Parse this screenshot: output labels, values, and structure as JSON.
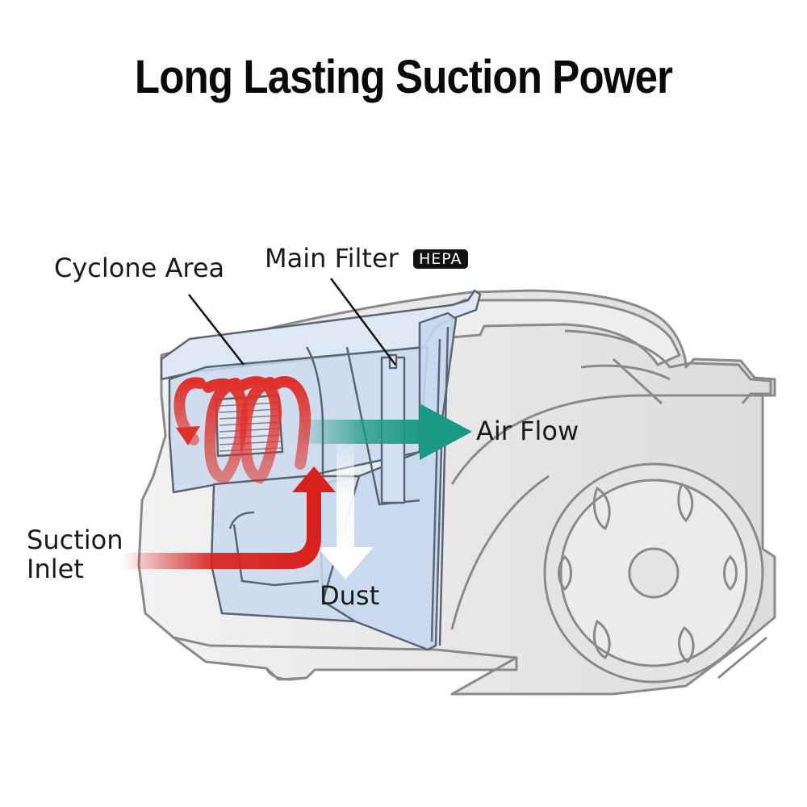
{
  "title": "Long Lasting Suction Power",
  "labels": {
    "cyclone_area": "Cyclone Area",
    "main_filter": "Main Filter",
    "hepa_badge": "HEPA",
    "air_flow": "Air Flow",
    "suction_line1": "Suction",
    "suction_line2": "Inlet",
    "dust": "Dust"
  },
  "colors": {
    "air_flow_arrow": "#1a9a82",
    "suction_arrow": "#d9201c",
    "cyclone_spiral": "#e0302a",
    "dust_arrow": "#ffffff",
    "dust_bin": "#c9d9ee",
    "body_outline": "#8a8a8a",
    "body_fill": "#e6e6e6"
  }
}
